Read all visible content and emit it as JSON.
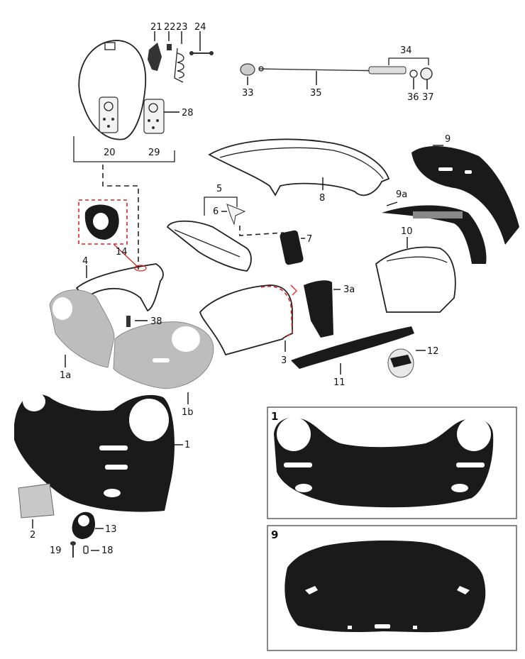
{
  "labels": {
    "l1": "1",
    "l1a": "1a",
    "l1b": "1b",
    "l2": "2",
    "l3": "3",
    "l3a": "3a",
    "l4": "4",
    "l5": "5",
    "l6": "6",
    "l7": "7",
    "l8": "8",
    "l9": "9",
    "l9a": "9a",
    "l10": "10",
    "l11": "11",
    "l12": "12",
    "l13": "13",
    "l14": "14",
    "l18": "18",
    "l19": "19",
    "l20": "20",
    "l21": "21",
    "l22": "22",
    "l23": "23",
    "l24": "24",
    "l28": "28",
    "l29": "29",
    "l33": "33",
    "l34": "34",
    "l35": "35",
    "l36": "36",
    "l37": "37",
    "l38": "38"
  },
  "insets": {
    "inset1_label": "1",
    "inset9_label": "9"
  },
  "colors": {
    "line": "#222222",
    "highlight": "#dd2222",
    "part_black": "#1a1a1a",
    "part_grey": "#bdbdbd",
    "frame": "#555555"
  }
}
